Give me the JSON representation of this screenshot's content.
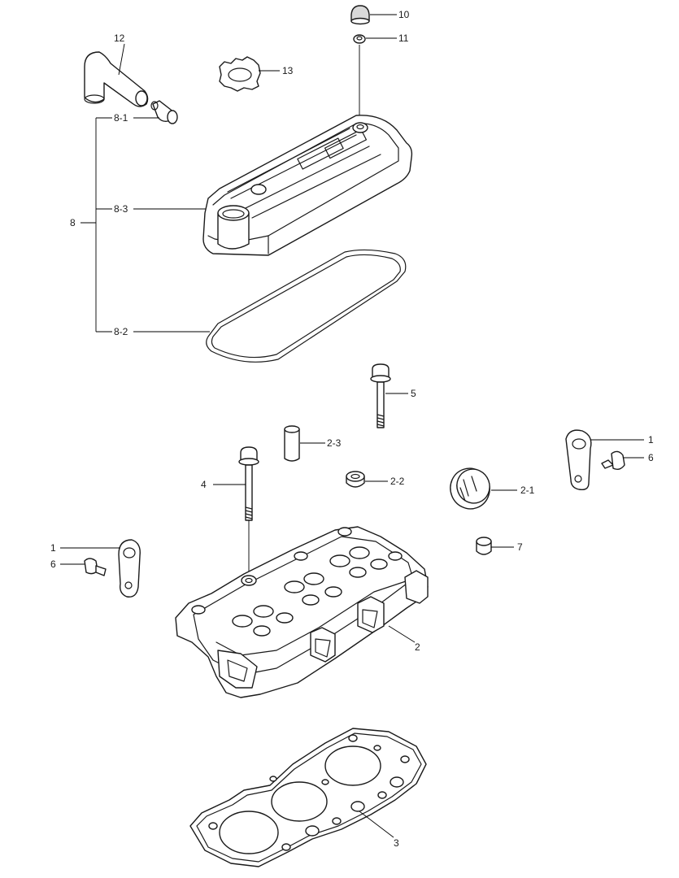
{
  "background": "#ffffff",
  "line_color": "#000000",
  "labels": {
    "p10": "10",
    "p11": "11",
    "p12": "12",
    "p13": "13",
    "p8_1": "8-1",
    "p8": "8",
    "p8_3": "8-3",
    "p8_2": "8-2",
    "p5": "5",
    "p2_3": "2-3",
    "p1_right": "1",
    "p6_right": "6",
    "p4": "4",
    "p2_2": "2-2",
    "p2_1": "2-1",
    "p1_left": "1",
    "p6_left": "6",
    "p7": "7",
    "p2": "2",
    "p3": "3"
  }
}
